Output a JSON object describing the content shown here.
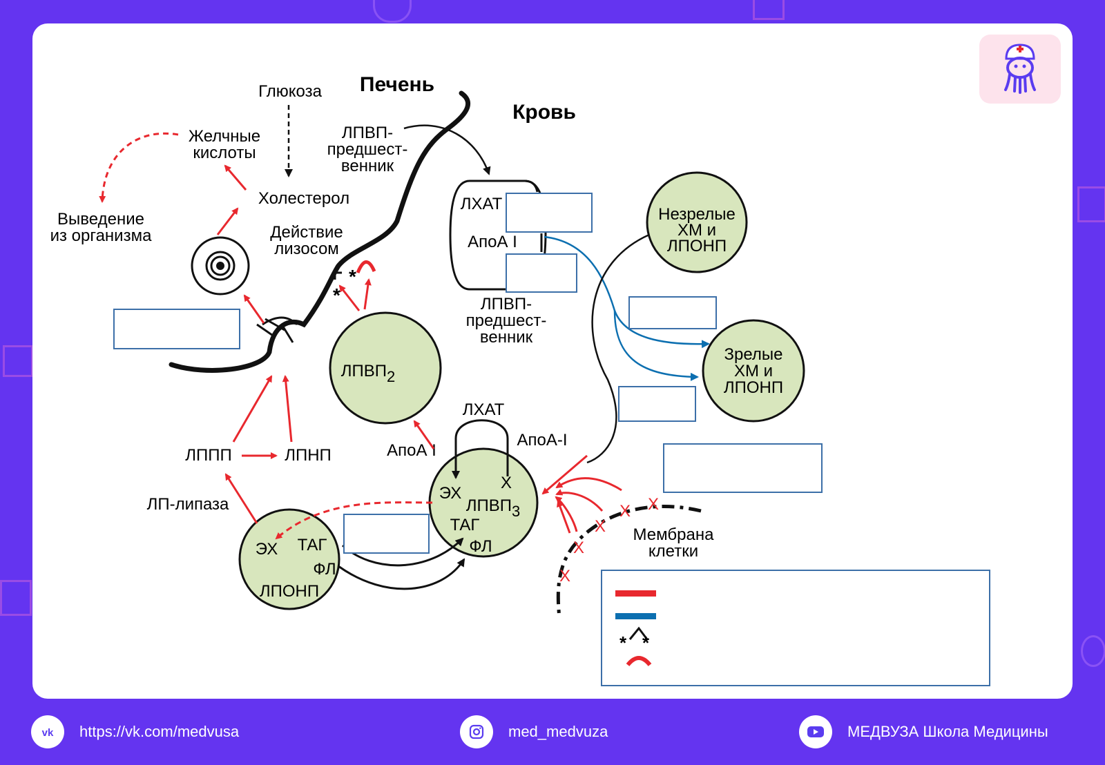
{
  "diagram": {
    "liver": "Печень",
    "blood": "Кровь",
    "glucose": "Глюкоза",
    "bile_acids": [
      "Желчные",
      "кислоты"
    ],
    "excretion": [
      "Выведение",
      "из организма"
    ],
    "cholesterol": "Холестерол",
    "lysosome_action": [
      "Действие",
      "лизосом"
    ],
    "hdl_precursor_top": [
      "ЛПВП-",
      "предшест-",
      "венник"
    ],
    "hdl_precursor_bottom": [
      "ЛПВП-",
      "предшест-",
      "венник"
    ],
    "lcat_precursor": "ЛХАТ",
    "apoa1_precursor": "АпоА I",
    "immature": [
      "Незрелые",
      "ХМ и",
      "ЛПОНП"
    ],
    "mature": [
      "Зрелые",
      "ХМ и",
      "ЛПОНП"
    ],
    "hdl2": "ЛПВП",
    "hdl2_sub": "2",
    "hdl3": "ЛПВП",
    "hdl3_sub": "3",
    "lcat_hdl3": "ЛХАТ",
    "apoa1_left": "АпоА I",
    "apoa1_right": "АпоА-I",
    "hdl3_eh": "ЭХ",
    "hdl3_x": "Х",
    "hdl3_tag": "ТАГ",
    "hdl3_fl": "ФЛ",
    "idl": "ЛППП",
    "ldl": "ЛПНП",
    "lp_lipase": "ЛП-липаза",
    "vldl_eh": "ЭХ",
    "vldl_tag": "ТАГ",
    "vldl_fl": "ФЛ",
    "vldl": "ЛПОНП",
    "membrane": [
      "Мембрана",
      "клетки"
    ],
    "cross_mark": "X",
    "asterisk": "*"
  },
  "colors": {
    "background": "#6434f0",
    "red": "#e8282e",
    "blue": "#0c6fb0",
    "circle_fill": "#d8e6bd",
    "box_border": "#3c6fa8"
  },
  "footer": {
    "vk": "https://vk.com/medvusa",
    "instagram": "med_medvuza",
    "youtube": "МЕДВУЗА Школа Медицины"
  }
}
